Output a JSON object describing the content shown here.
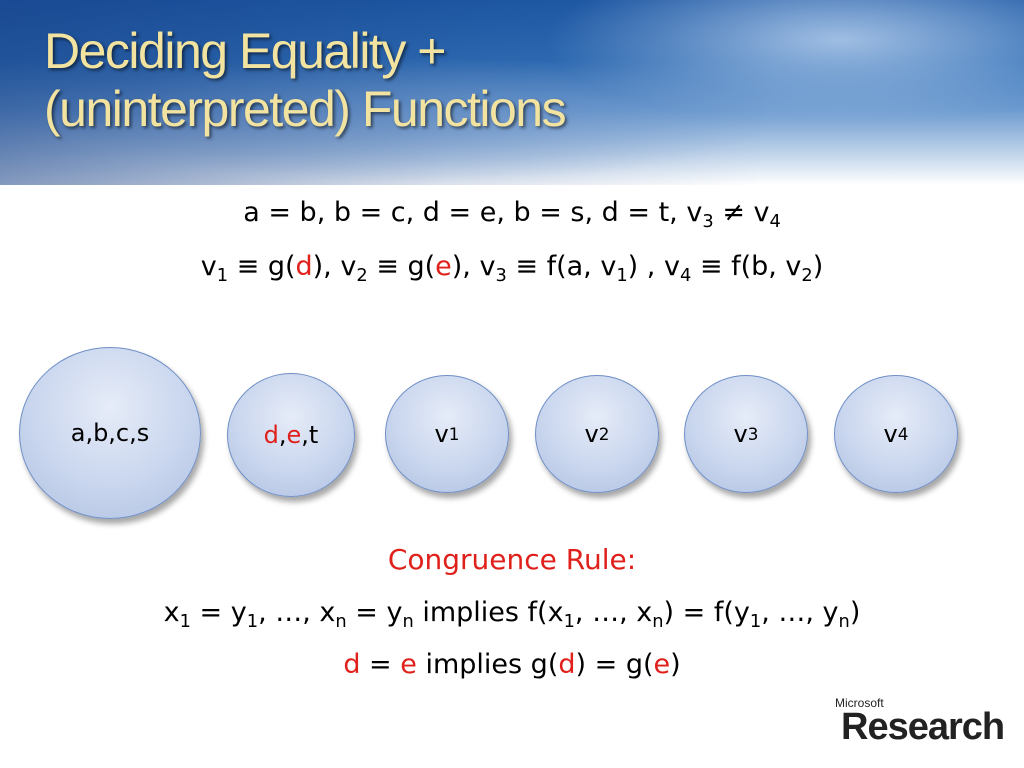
{
  "title": {
    "line1": "Deciding Equality +",
    "line2": "(uninterpreted) Functions"
  },
  "equations": {
    "line1": [
      "a = b, b = c, d = e, b = s, d = t, v",
      "3",
      " ≠ v",
      "4"
    ],
    "line2": [
      "v",
      "1",
      " ≡ g(",
      "d",
      "), v",
      "2",
      " ≡ g(",
      "e",
      "), v",
      "3",
      " ≡ f(a, v",
      "1",
      ") , v",
      "4",
      " ≡ f(b, v",
      "2",
      ")"
    ]
  },
  "nodes": [
    {
      "label": "a,b,c,s"
    },
    {
      "label_parts": [
        "d",
        ",",
        "e",
        ",t"
      ]
    },
    {
      "base": "v",
      "sub": "1"
    },
    {
      "base": "v",
      "sub": "2"
    },
    {
      "base": "v",
      "sub": "3"
    },
    {
      "base": "v",
      "sub": "4"
    }
  ],
  "rule": {
    "heading": "Congruence Rule:",
    "line1": [
      "x",
      "1",
      " = y",
      "1",
      ", …, x",
      "n",
      " = y",
      "n",
      " implies f(x",
      "1",
      ", …, x",
      "n",
      ") = f(y",
      "1",
      ", …, y",
      "n",
      ")"
    ],
    "line2": [
      "d",
      " = ",
      "e",
      " implies g(",
      "d",
      ") = g(",
      "e",
      ")"
    ]
  },
  "logo": {
    "top": "Microsoft",
    "main": "Research"
  },
  "colors": {
    "title": "#f2e4a0",
    "highlight": "#e0201b",
    "node_border": "#6f8fc6"
  }
}
